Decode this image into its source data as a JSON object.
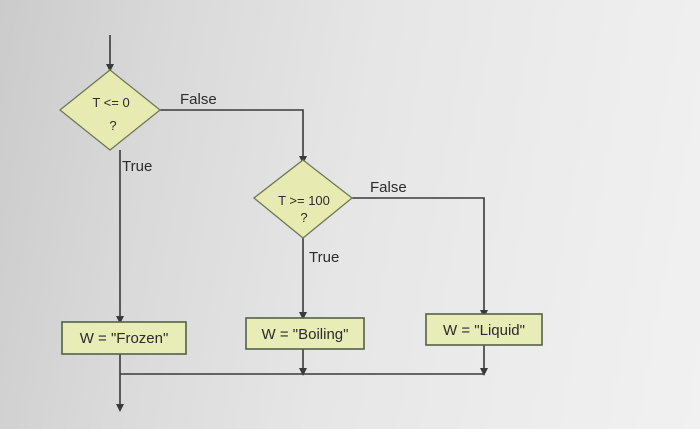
{
  "flowchart": {
    "decision1": {
      "line1": "T <= 0",
      "line2": "?",
      "true_label": "True",
      "false_label": "False"
    },
    "decision2": {
      "line1": "T >= 100",
      "line2": "?",
      "true_label": "True",
      "false_label": "False"
    },
    "box_frozen": "W = \"Frozen\"",
    "box_boiling": "W = \"Boiling\"",
    "box_liquid": "W = \"Liquid\""
  },
  "colors": {
    "shape_fill": "#e7ebb2",
    "shape_border": "#6f7a55",
    "connector": "#3a3a3a"
  }
}
